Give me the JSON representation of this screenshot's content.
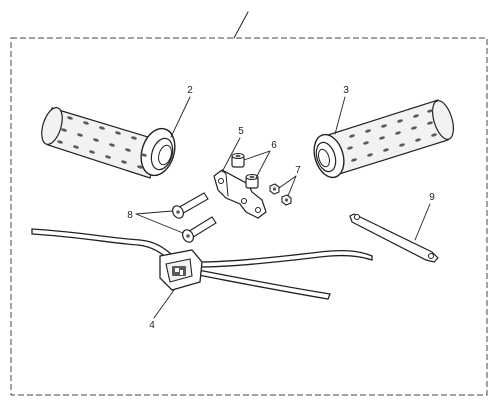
{
  "callouts": {
    "c2": "2",
    "c3": "3",
    "c4": "4",
    "c5": "5",
    "c6": "6",
    "c7": "7",
    "c8": "8",
    "c9": "9"
  },
  "colors": {
    "ink": "#222222",
    "frame": "#444444",
    "grip_fill": "#f2f2f2",
    "grip_hole": "#5a5a5a"
  }
}
